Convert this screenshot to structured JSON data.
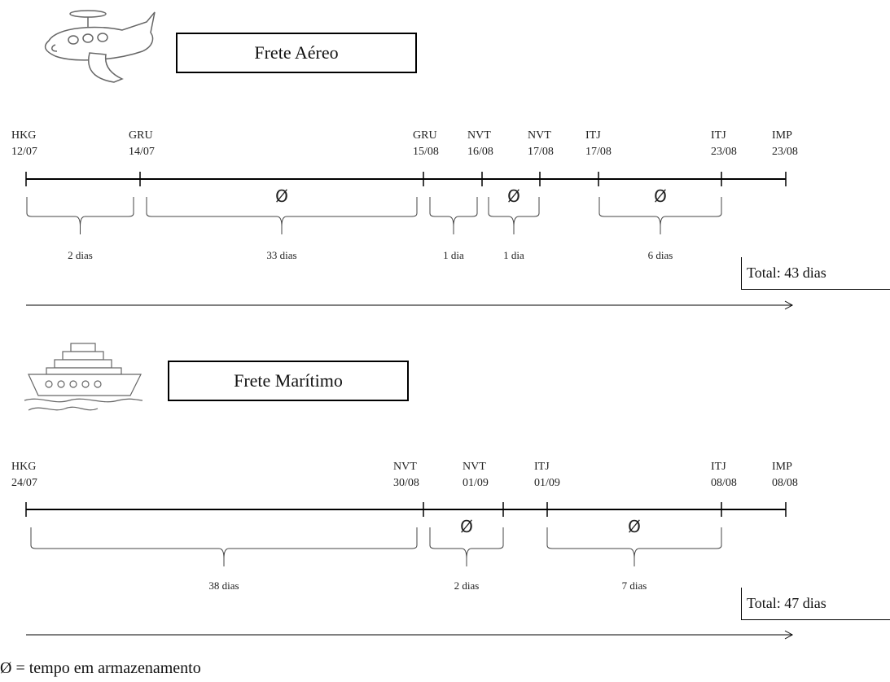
{
  "air": {
    "title": "Frete Aéreo",
    "stops": [
      {
        "code": "HKG",
        "date": "12/07"
      },
      {
        "code": "GRU",
        "date": "14/07"
      },
      {
        "code": "GRU",
        "date": "15/08"
      },
      {
        "code": "NVT",
        "date": "16/08"
      },
      {
        "code": "NVT",
        "date": "17/08"
      },
      {
        "code": "ITJ",
        "date": "17/08"
      },
      {
        "code": "ITJ",
        "date": "23/08"
      },
      {
        "code": "IMP",
        "date": "23/08"
      }
    ],
    "durations": [
      "2 dias",
      "33 dias",
      "1 dia",
      "1 dia",
      "6 dias"
    ],
    "storage_symbol": "Ø",
    "total": "Total: 43 dias"
  },
  "sea": {
    "title": "Frete Marítimo",
    "stops": [
      {
        "code": "HKG",
        "date": "24/07"
      },
      {
        "code": "NVT",
        "date": "30/08"
      },
      {
        "code": "NVT",
        "date": "01/09"
      },
      {
        "code": "ITJ",
        "date": "01/09"
      },
      {
        "code": "ITJ",
        "date": "08/08"
      },
      {
        "code": "IMP",
        "date": "08/08"
      }
    ],
    "durations": [
      "38 dias",
      "2 dias",
      "7 dias"
    ],
    "storage_symbol": "Ø",
    "total": "Total: 47 dias"
  },
  "legend": "Ø = tempo em armazenamento",
  "icons": {
    "air": "airplane-icon",
    "sea": "ship-icon"
  }
}
